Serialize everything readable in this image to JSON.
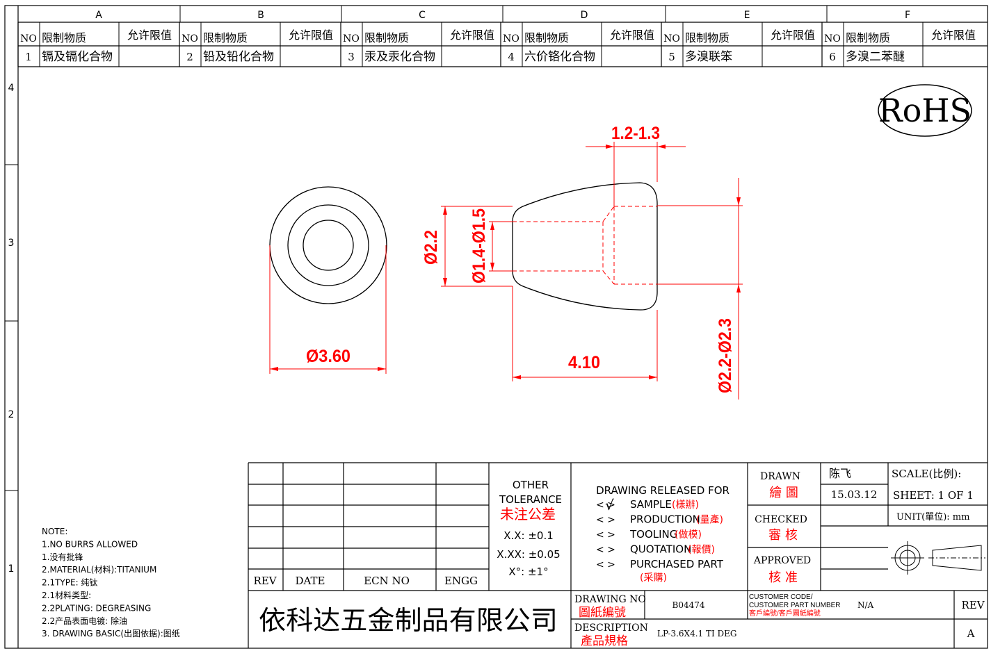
{
  "colors": {
    "line": "#000000",
    "dim": "#ff0000",
    "red_text": "#ff0000"
  },
  "zones": {
    "columns": [
      "A",
      "B",
      "C",
      "D",
      "E",
      "F"
    ],
    "rows": [
      "4",
      "3",
      "2",
      "1"
    ]
  },
  "substances": {
    "headers": {
      "no": "NO",
      "substance": "限制物质",
      "limit": "允许限值"
    },
    "items": [
      {
        "no": "1",
        "name": "镉及镉化合物",
        "limit": ""
      },
      {
        "no": "2",
        "name": "铅及铅化合物",
        "limit": ""
      },
      {
        "no": "3",
        "name": "汞及汞化合物",
        "limit": ""
      },
      {
        "no": "4",
        "name": "六价铬化合物",
        "limit": ""
      },
      {
        "no": "5",
        "name": "多溴联笨",
        "limit": ""
      },
      {
        "no": "6",
        "name": "多溴二苯醚",
        "limit": ""
      }
    ]
  },
  "rohs": "RoHS",
  "dimensions": {
    "top_range": "1.2-1.3",
    "od_small": "Ø2.2",
    "bore": "Ø1.4-Ø1.5",
    "od_large": "Ø2.2-Ø2.3",
    "diameter": "Ø3.60",
    "length": "4.10"
  },
  "notes": [
    "NOTE:",
    "1.NO BURRS ALLOWED",
    "1.没有批锋",
    "2.MATERIAL(材料):TITANIUM",
    "2.1TYPE: 纯钛",
    "2.1材料类型:",
    "2.2PLATING: DEGREASING",
    "2.2产品表面电镀: 除油",
    "3. DRAWING BASIC(出图依据):图纸"
  ],
  "revision_table": {
    "rev": "REV",
    "date": "DATE",
    "ecn": "ECN NO",
    "engg": "ENGG"
  },
  "tolerance": {
    "line1": "OTHER",
    "line2": "TOLERANCE",
    "cn": "未注公差",
    "xx": "X.X: ±0.1",
    "xxx": "X.XX: ±0.05",
    "angle": "X°: ±1°"
  },
  "release": {
    "title": "DRAWING RELEASED FOR",
    "options": [
      {
        "bracket": "<  >",
        "check": "√",
        "en": "SAMPLE",
        "cn": "(樣辦)"
      },
      {
        "bracket": "<  >",
        "check": "",
        "en": "PRODUCTION",
        "cn": "(量產)"
      },
      {
        "bracket": "<  >",
        "check": "",
        "en": "TOOLING",
        "cn": "(做模)"
      },
      {
        "bracket": "<  >",
        "check": "",
        "en": "QUOTATION",
        "cn": "(報價)"
      },
      {
        "bracket": "<  >",
        "check": "",
        "en": "PURCHASED PART",
        "cn": "(采購)"
      }
    ]
  },
  "approvals": {
    "drawn": "DRAWN",
    "drawn_cn": "繪 圖",
    "drawn_by": "陈飞",
    "drawn_date": "15.03.12",
    "checked": "CHECKED",
    "checked_cn": "審 核",
    "approved": "APPROVED",
    "approved_cn": "核 准"
  },
  "sheet_info": {
    "scale": "SCALE(比例):",
    "sheet": "SHEET:  1 OF 1",
    "unit": "UNIT(單位): mm"
  },
  "company": "依科达五金制品有限公司",
  "drawing_no": {
    "label": "DRAWING NO",
    "label_cn": "圖紙編號",
    "value": "B04474"
  },
  "customer": {
    "label1": "CUSTOMER CODE/",
    "label2": "CUSTOMER PART NUMBER",
    "label_cn": "客戶編號/客戶圖紙編號",
    "value": "N/A"
  },
  "description": {
    "label": "DESCRIPTION",
    "label_cn": "產品規格",
    "value": "LP-3.6X4.1 TI DEG"
  },
  "rev": {
    "label": "REV",
    "value": "A"
  }
}
